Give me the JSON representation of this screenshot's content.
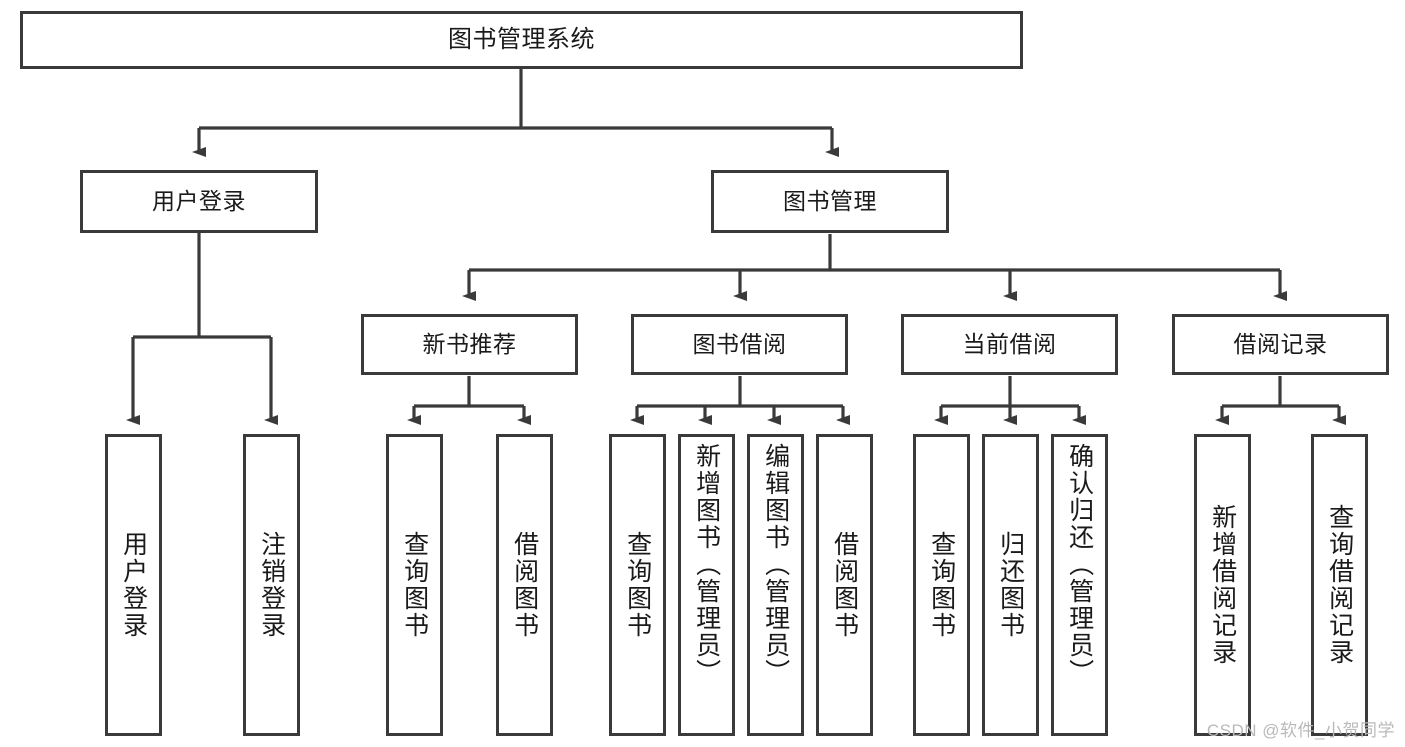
{
  "diagram": {
    "title": "图书管理系统",
    "type": "tree-hierarchy",
    "levels": 4,
    "colors": {
      "box_border": "#3a3a3a",
      "box_fill": "#ffffff",
      "connector": "#3a3a3a",
      "text": "#1a1a1a",
      "watermark": "#b9b9b9",
      "background": "#ffffff"
    },
    "root": {
      "label": "图书管理系统"
    },
    "level2": [
      {
        "label": "用户登录"
      },
      {
        "label": "图书管理"
      }
    ],
    "level3": [
      {
        "label": "新书推荐"
      },
      {
        "label": "图书借阅"
      },
      {
        "label": "当前借阅"
      },
      {
        "label": "借阅记录"
      }
    ],
    "leaves": {
      "user_login": [
        {
          "label": "用户登录"
        },
        {
          "label": "注销登录"
        }
      ],
      "new_book_recommend": [
        {
          "label": "查询图书"
        },
        {
          "label": "借阅图书"
        }
      ],
      "book_borrow": [
        {
          "label": "查询图书"
        },
        {
          "label": "新增图书（管理员）"
        },
        {
          "label": "编辑图书（管理员）"
        },
        {
          "label": "借阅图书"
        }
      ],
      "current_borrow": [
        {
          "label": "查询图书"
        },
        {
          "label": "归还图书"
        },
        {
          "label": "确认归还（管理员）"
        }
      ],
      "borrow_records": [
        {
          "label": "新增借阅记录"
        },
        {
          "label": "查询借阅记录"
        }
      ]
    }
  },
  "watermark": {
    "text": "CSDN @软件_小贺同学"
  }
}
